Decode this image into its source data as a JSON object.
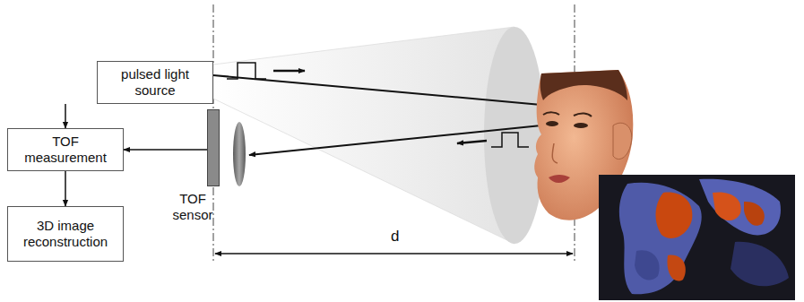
{
  "diagram": {
    "nodes": [
      {
        "text": [
          "pulsed light source"
        ]
      },
      {
        "text": [
          "TOF measurement"
        ]
      },
      {
        "text": [
          "3D image reconstruction"
        ]
      },
      {
        "text": [
          "TOF sensor"
        ]
      }
    ],
    "edges": [
      {
        "from": 0,
        "to": 1,
        "arrow": "to"
      },
      {
        "from": 1,
        "to": 2,
        "arrow": "to"
      },
      {
        "from": 3,
        "to": 1,
        "arrow": "to"
      }
    ],
    "labels": [
      "d"
    ]
  }
}
